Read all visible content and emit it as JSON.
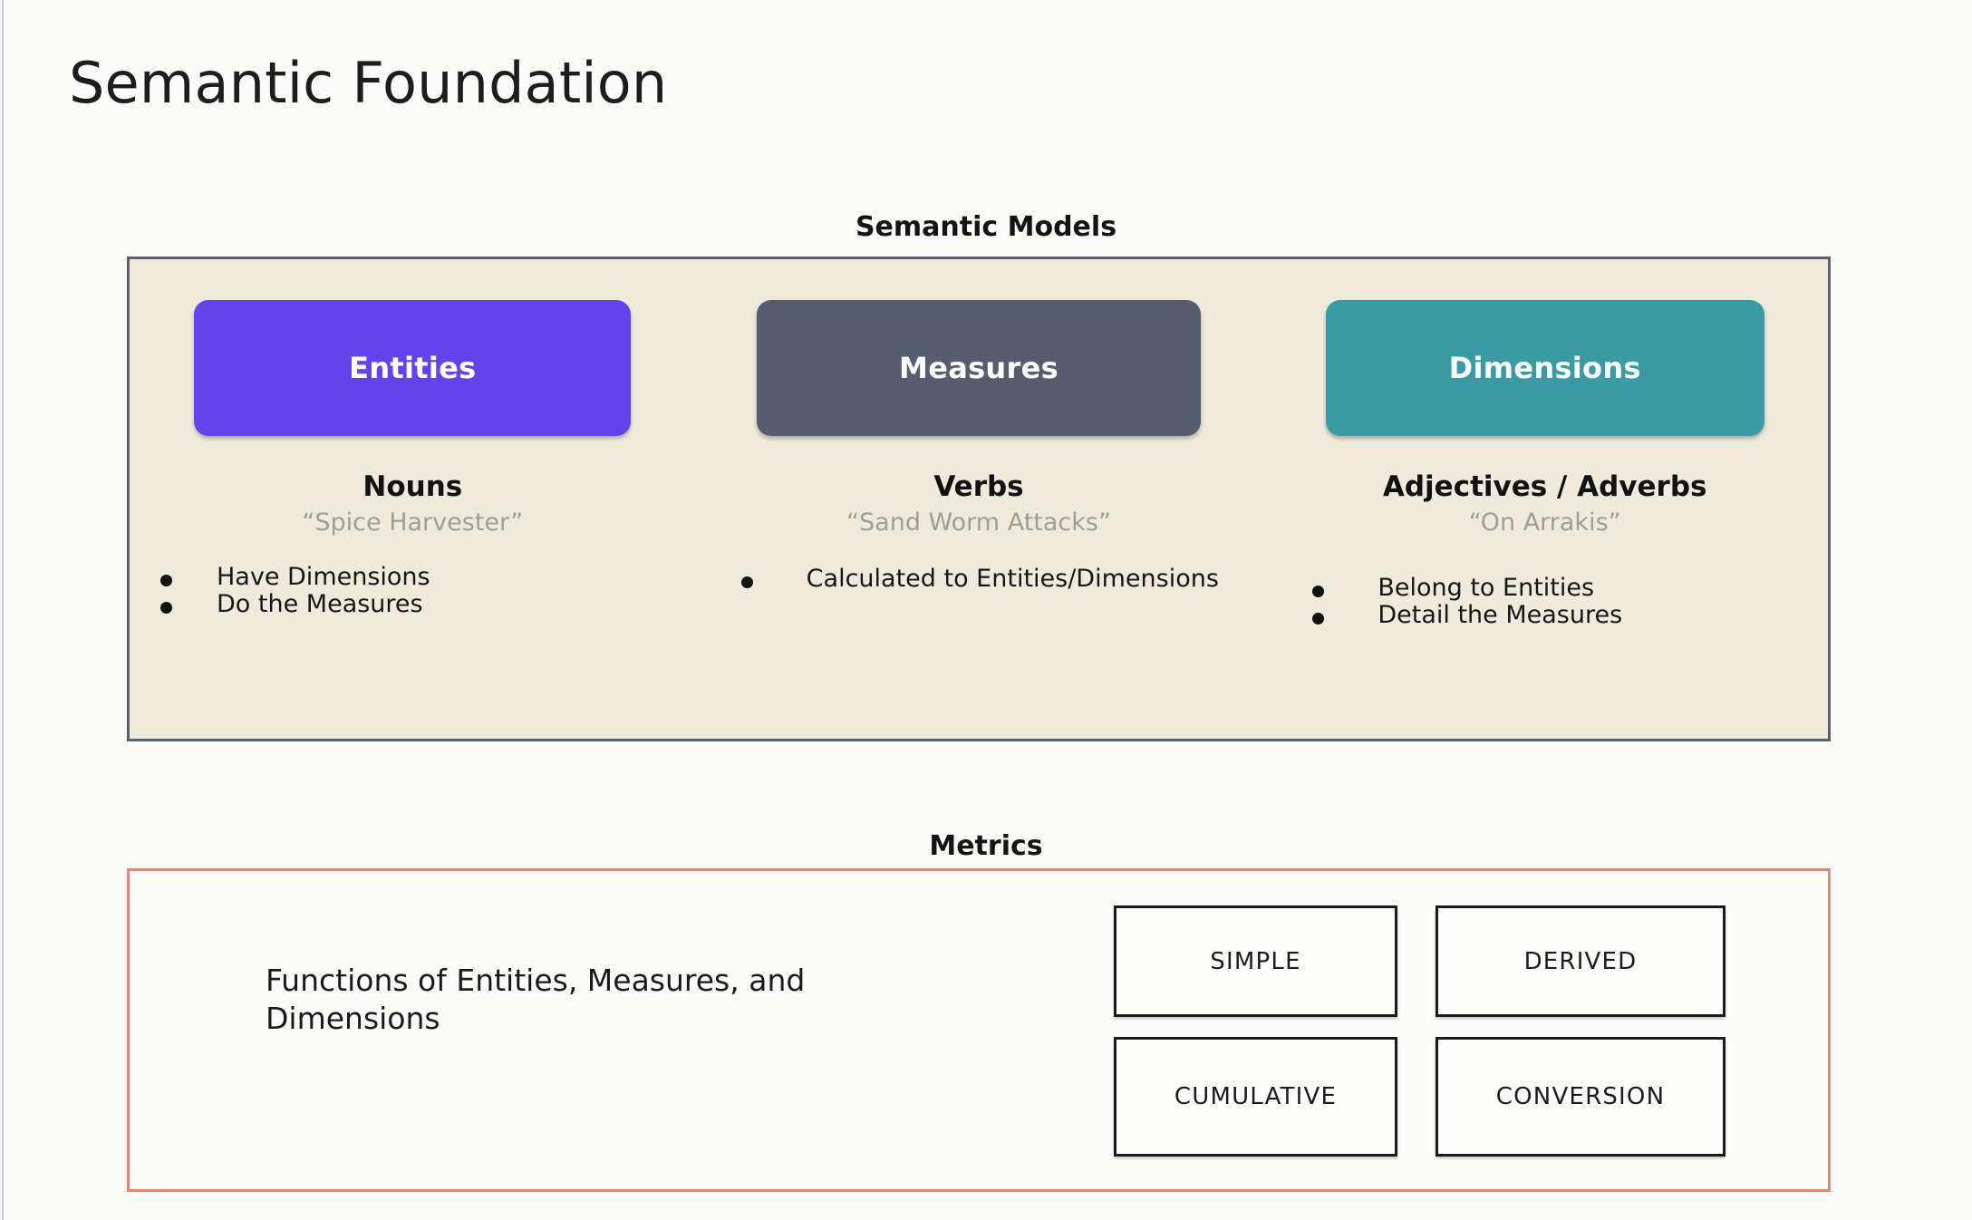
{
  "slide": {
    "title": "Semantic Foundation",
    "background_color": "#fbfbf9"
  },
  "semantic_models": {
    "heading": "Semantic Models",
    "panel_background": "#eeebdd",
    "panel_border_color": "#5a6070",
    "columns": [
      {
        "pill_label": "Entities",
        "pill_color": "#6344ec",
        "part_of_speech": "Nouns",
        "example": "“Spice Harvester”",
        "bullets": [
          "Have Dimensions",
          "Do the Measures"
        ]
      },
      {
        "pill_label": "Measures",
        "pill_color": "#555d6e",
        "part_of_speech": "Verbs",
        "example": "“Sand Worm Attacks”",
        "bullets": [
          "Calculated to Entities/Dimensions"
        ]
      },
      {
        "pill_label": "Dimensions",
        "pill_color": "#3b9ba5",
        "part_of_speech": "Adjectives / Adverbs",
        "example": "“On Arrakis”",
        "bullets": [
          "Belong to Entities",
          "Detail the Measures"
        ]
      }
    ]
  },
  "metrics": {
    "heading": "Metrics",
    "panel_border_color": "#dd8a70",
    "description": "Functions of Entities, Measures, and Dimensions",
    "types": [
      {
        "label": "SIMPLE"
      },
      {
        "label": "DERIVED"
      },
      {
        "label": "CUMULATIVE"
      },
      {
        "label": "CONVERSION"
      }
    ]
  }
}
